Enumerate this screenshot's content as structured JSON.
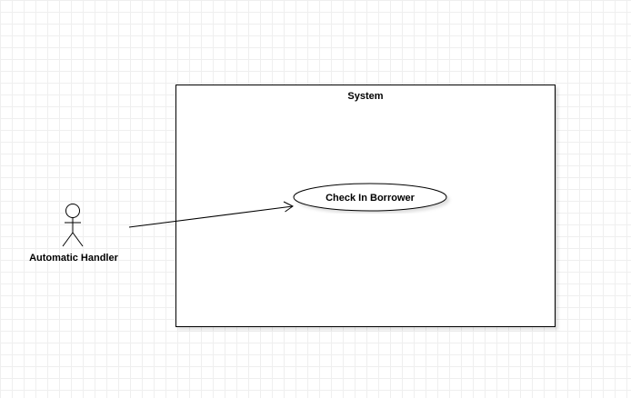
{
  "diagram": {
    "system_boundary": {
      "title": "System"
    },
    "actor": {
      "name": "Automatic Handler",
      "icon": "stick-figure-icon"
    },
    "use_case": {
      "name": "Check In Borrower"
    },
    "association": {
      "from": "Automatic Handler",
      "to": "Check In Borrower",
      "arrow": "open"
    }
  }
}
